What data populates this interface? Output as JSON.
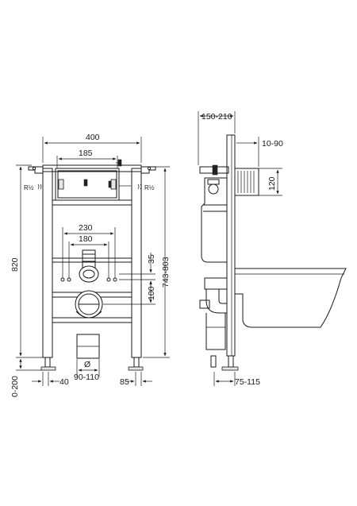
{
  "dimensions": {
    "overall_width": "400",
    "plate_width": "185",
    "waste_outer": "230",
    "waste_inner": "180",
    "frame_height": "820",
    "adjust_height": "743-803",
    "waste_offset": "35",
    "pan_connector": "100",
    "feet_adjust": "0-200",
    "foot_offset": "40",
    "pipe_diameter_symbol": "Ø",
    "pipe_diameter": "90-110",
    "foot_right": "85",
    "depth_range": "150-210",
    "cistern_depth": "10-90",
    "cistern_height": "120",
    "foot_depth": "75-115"
  },
  "inlet_labels": {
    "left": "R½",
    "right": "R½"
  }
}
